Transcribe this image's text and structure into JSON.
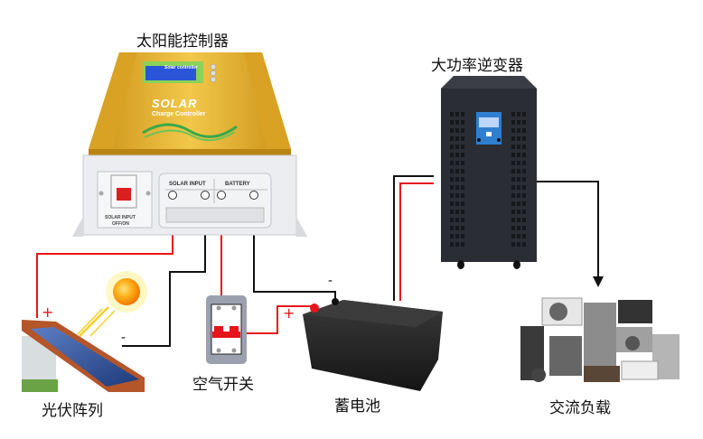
{
  "labels": {
    "controller": "太阳能控制器",
    "inverter": "大功率逆变器",
    "pv_array": "光伏阵列",
    "air_switch": "空气开关",
    "battery": "蓄电池",
    "ac_load": "交流负载"
  },
  "controller": {
    "brand": "SOLAR",
    "subtitle": "Charge Controller",
    "lcd_title": "Solar controller",
    "breaker_label_1": "SOLAR INPUT",
    "breaker_label_2": "OFF/ON",
    "terminal_group_1": "SOLAR INPUT",
    "terminal_group_2": "BATTERY",
    "plus": "+",
    "minus": "−"
  },
  "polarity": {
    "pv_plus": "+",
    "pv_minus": "-",
    "battery_plus": "+",
    "battery_minus": "-"
  },
  "colors": {
    "positive_wire": "#e8141b",
    "negative_wire": "#111111",
    "controller_body": "#e6b430",
    "lcd": "#2a55d8",
    "inverter_body": "#2a2d33"
  },
  "icons": {
    "controller": "charge-controller-icon",
    "inverter": "inverter-cabinet-icon",
    "pv": "solar-panel-house-icon",
    "sun": "sun-icon",
    "breaker": "circuit-breaker-icon",
    "battery": "battery-icon",
    "appliances": "home-appliances-icon"
  }
}
